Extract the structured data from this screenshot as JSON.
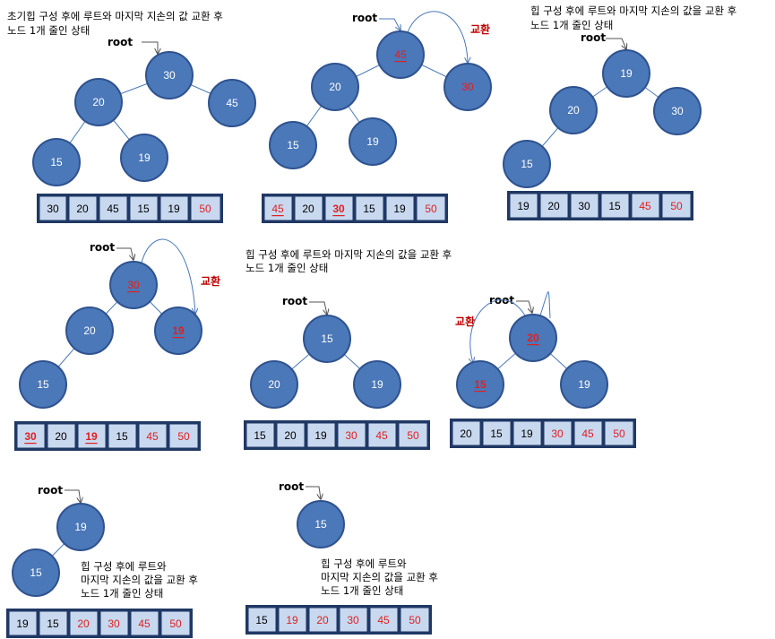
{
  "captions": {
    "p1": [
      "초기힙 구성 후에 루트와 마지막 지손의 값 교환 후",
      "노드 1개  줄인 상태"
    ],
    "p3": [
      "힙 구성 후에 루트와 마지막 지손의 값을 교환 후",
      "노드 1개  줄인 상태"
    ],
    "p5": [
      "힙 구성 후에 루트와 마지막 지손의 값을 교환 후",
      "노드 1개  줄인 상태"
    ],
    "p7": [
      "힙 구성 후에 루트와",
      "마지막 지손의 값을 교환 후",
      "노드 1개  줄인 상태"
    ],
    "p8": [
      "힙 구성 후에 루트와",
      "마지막 지손의 값을 교환 후",
      "노드 1개  줄인 상태"
    ]
  },
  "labels": {
    "root": "root",
    "swap": "교환"
  },
  "panels": {
    "p1": {
      "nodes": [
        "30",
        "20",
        "45",
        "15",
        "19"
      ],
      "array": [
        "30",
        "20",
        "45",
        "15",
        "19",
        "50"
      ]
    },
    "p2": {
      "nodes": [
        "45",
        "20",
        "30",
        "15",
        "19"
      ],
      "array": [
        "45",
        "20",
        "30",
        "15",
        "19",
        "50"
      ]
    },
    "p3": {
      "nodes": [
        "19",
        "20",
        "30",
        "15"
      ],
      "array": [
        "19",
        "20",
        "30",
        "15",
        "45",
        "50"
      ]
    },
    "p4": {
      "nodes": [
        "30",
        "20",
        "19",
        "15"
      ],
      "array": [
        "30",
        "20",
        "19",
        "15",
        "45",
        "50"
      ]
    },
    "p5": {
      "nodes": [
        "15",
        "20",
        "19"
      ],
      "array": [
        "15",
        "20",
        "19",
        "30",
        "45",
        "50"
      ]
    },
    "p6": {
      "nodes": [
        "20",
        "15",
        "19"
      ],
      "array": [
        "20",
        "15",
        "19",
        "30",
        "45",
        "50"
      ]
    },
    "p7": {
      "nodes": [
        "19",
        "15"
      ],
      "array": [
        "19",
        "15",
        "20",
        "30",
        "45",
        "50"
      ]
    },
    "p8": {
      "nodes": [
        "15"
      ],
      "array": [
        "15",
        "19",
        "20",
        "30",
        "45",
        "50"
      ]
    }
  },
  "colors": {
    "node_fill": "#4a78b8",
    "cell_fill": "#c8d8ef",
    "frame": "#1f3864",
    "highlight": "#e02020"
  }
}
